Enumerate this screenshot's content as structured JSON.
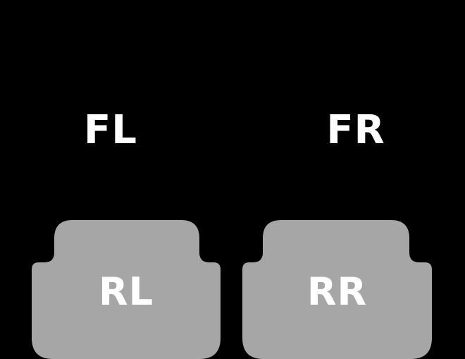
{
  "labels": {
    "front_left": "FL",
    "front_right": "FR",
    "rear_left": "RL",
    "rear_right": "RR"
  },
  "colors": {
    "background": "#000000",
    "mat_gray": "#a6a6a6",
    "label_text": "#ffffff"
  }
}
